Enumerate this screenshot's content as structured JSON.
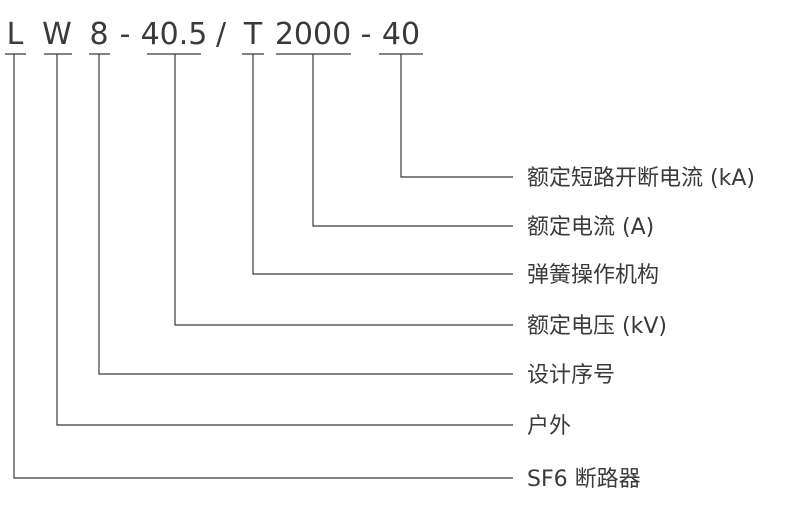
{
  "model_code": {
    "segments": [
      {
        "id": "L",
        "text": "L",
        "description": "SF6 断路器"
      },
      {
        "id": "W",
        "text": "W",
        "description": "户外"
      },
      {
        "id": "design",
        "text": "8",
        "description": "设计序号"
      },
      {
        "id": "voltage",
        "text": "40.5",
        "description": "额定电压 (kV)"
      },
      {
        "id": "mechanism",
        "text": "T",
        "description": "弹簧操作机构"
      },
      {
        "id": "current",
        "text": "2000",
        "description": "额定电流 (A)"
      },
      {
        "id": "breaking",
        "text": "40",
        "description": "额定短路开断电流 (kA)"
      }
    ],
    "separators": {
      "dash_1": "-",
      "slash": "/",
      "dash_2": "-"
    }
  },
  "colors": {
    "text": "#3a3a3a",
    "line": "#3a3a3a",
    "background": "#ffffff"
  }
}
